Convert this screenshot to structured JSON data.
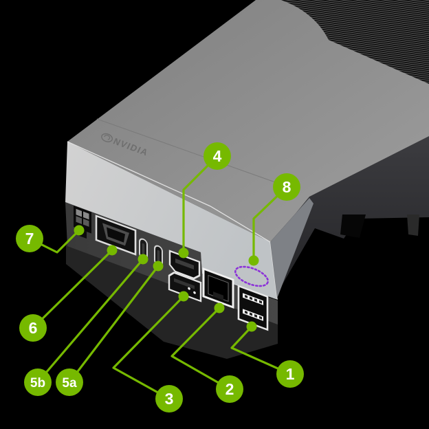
{
  "brand": {
    "logo_text": "NVIDIA"
  },
  "colors": {
    "background": "#000000",
    "accent_green": "#76b900",
    "callout_text": "#ffffff",
    "hidden_feature_purple": "#8c32d8",
    "top_face_gray": "#8f8f8f",
    "front_face_gray": "#c9c9c9",
    "io_panel_gray": "#404040"
  },
  "callouts": [
    {
      "label": "1",
      "target": "usb-a-stacked-ports"
    },
    {
      "label": "2",
      "target": "ethernet-port"
    },
    {
      "label": "3",
      "target": "displayport"
    },
    {
      "label": "4",
      "target": "hdmi-port"
    },
    {
      "label": "5a",
      "target": "usb-c-port-right"
    },
    {
      "label": "5b",
      "target": "usb-c-port-left"
    },
    {
      "label": "6",
      "target": "large-rectangular-port"
    },
    {
      "label": "7",
      "target": "power-connector"
    },
    {
      "label": "8",
      "target": "hidden-feature-marker"
    }
  ]
}
